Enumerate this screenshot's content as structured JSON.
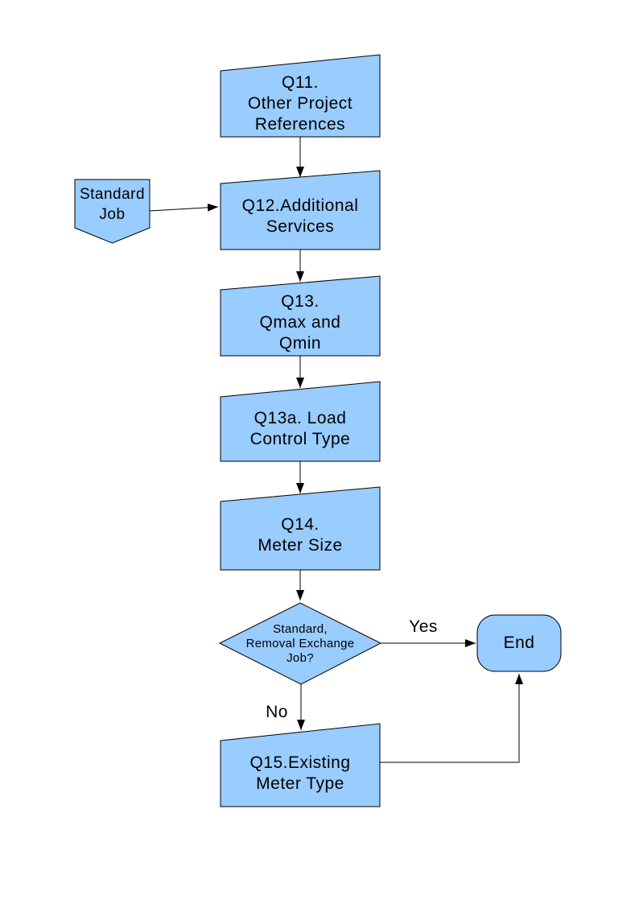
{
  "page": {
    "background": "#FFFFFF"
  },
  "flowchart": {
    "style": {
      "node_fill": "#99CCFF",
      "node_border": "#000000",
      "connector_color": "#000000",
      "text_color": "#000000"
    },
    "nodes": {
      "q11": {
        "label": "Q11.\nOther Project\nReferences",
        "shape": "slanted-top-box"
      },
      "standard_job": {
        "label": "Standard\nJob",
        "shape": "pentagon-down"
      },
      "q12": {
        "label": "Q12.Additional\nServices",
        "shape": "slanted-top-box"
      },
      "q13": {
        "label": "Q13.\nQmax and\nQmin",
        "shape": "slanted-top-box"
      },
      "q13a": {
        "label": "Q13a. Load\nControl Type",
        "shape": "slanted-top-box"
      },
      "q14": {
        "label": "Q14.\nMeter Size",
        "shape": "slanted-top-box"
      },
      "decision": {
        "label": "Standard,\nRemoval Exchange\nJob?",
        "shape": "diamond"
      },
      "q15": {
        "label": "Q15.Existing\nMeter Type",
        "shape": "slanted-top-box"
      },
      "end": {
        "label": "End",
        "shape": "terminator"
      }
    },
    "edge_labels": {
      "yes": "Yes",
      "no": "No"
    }
  }
}
